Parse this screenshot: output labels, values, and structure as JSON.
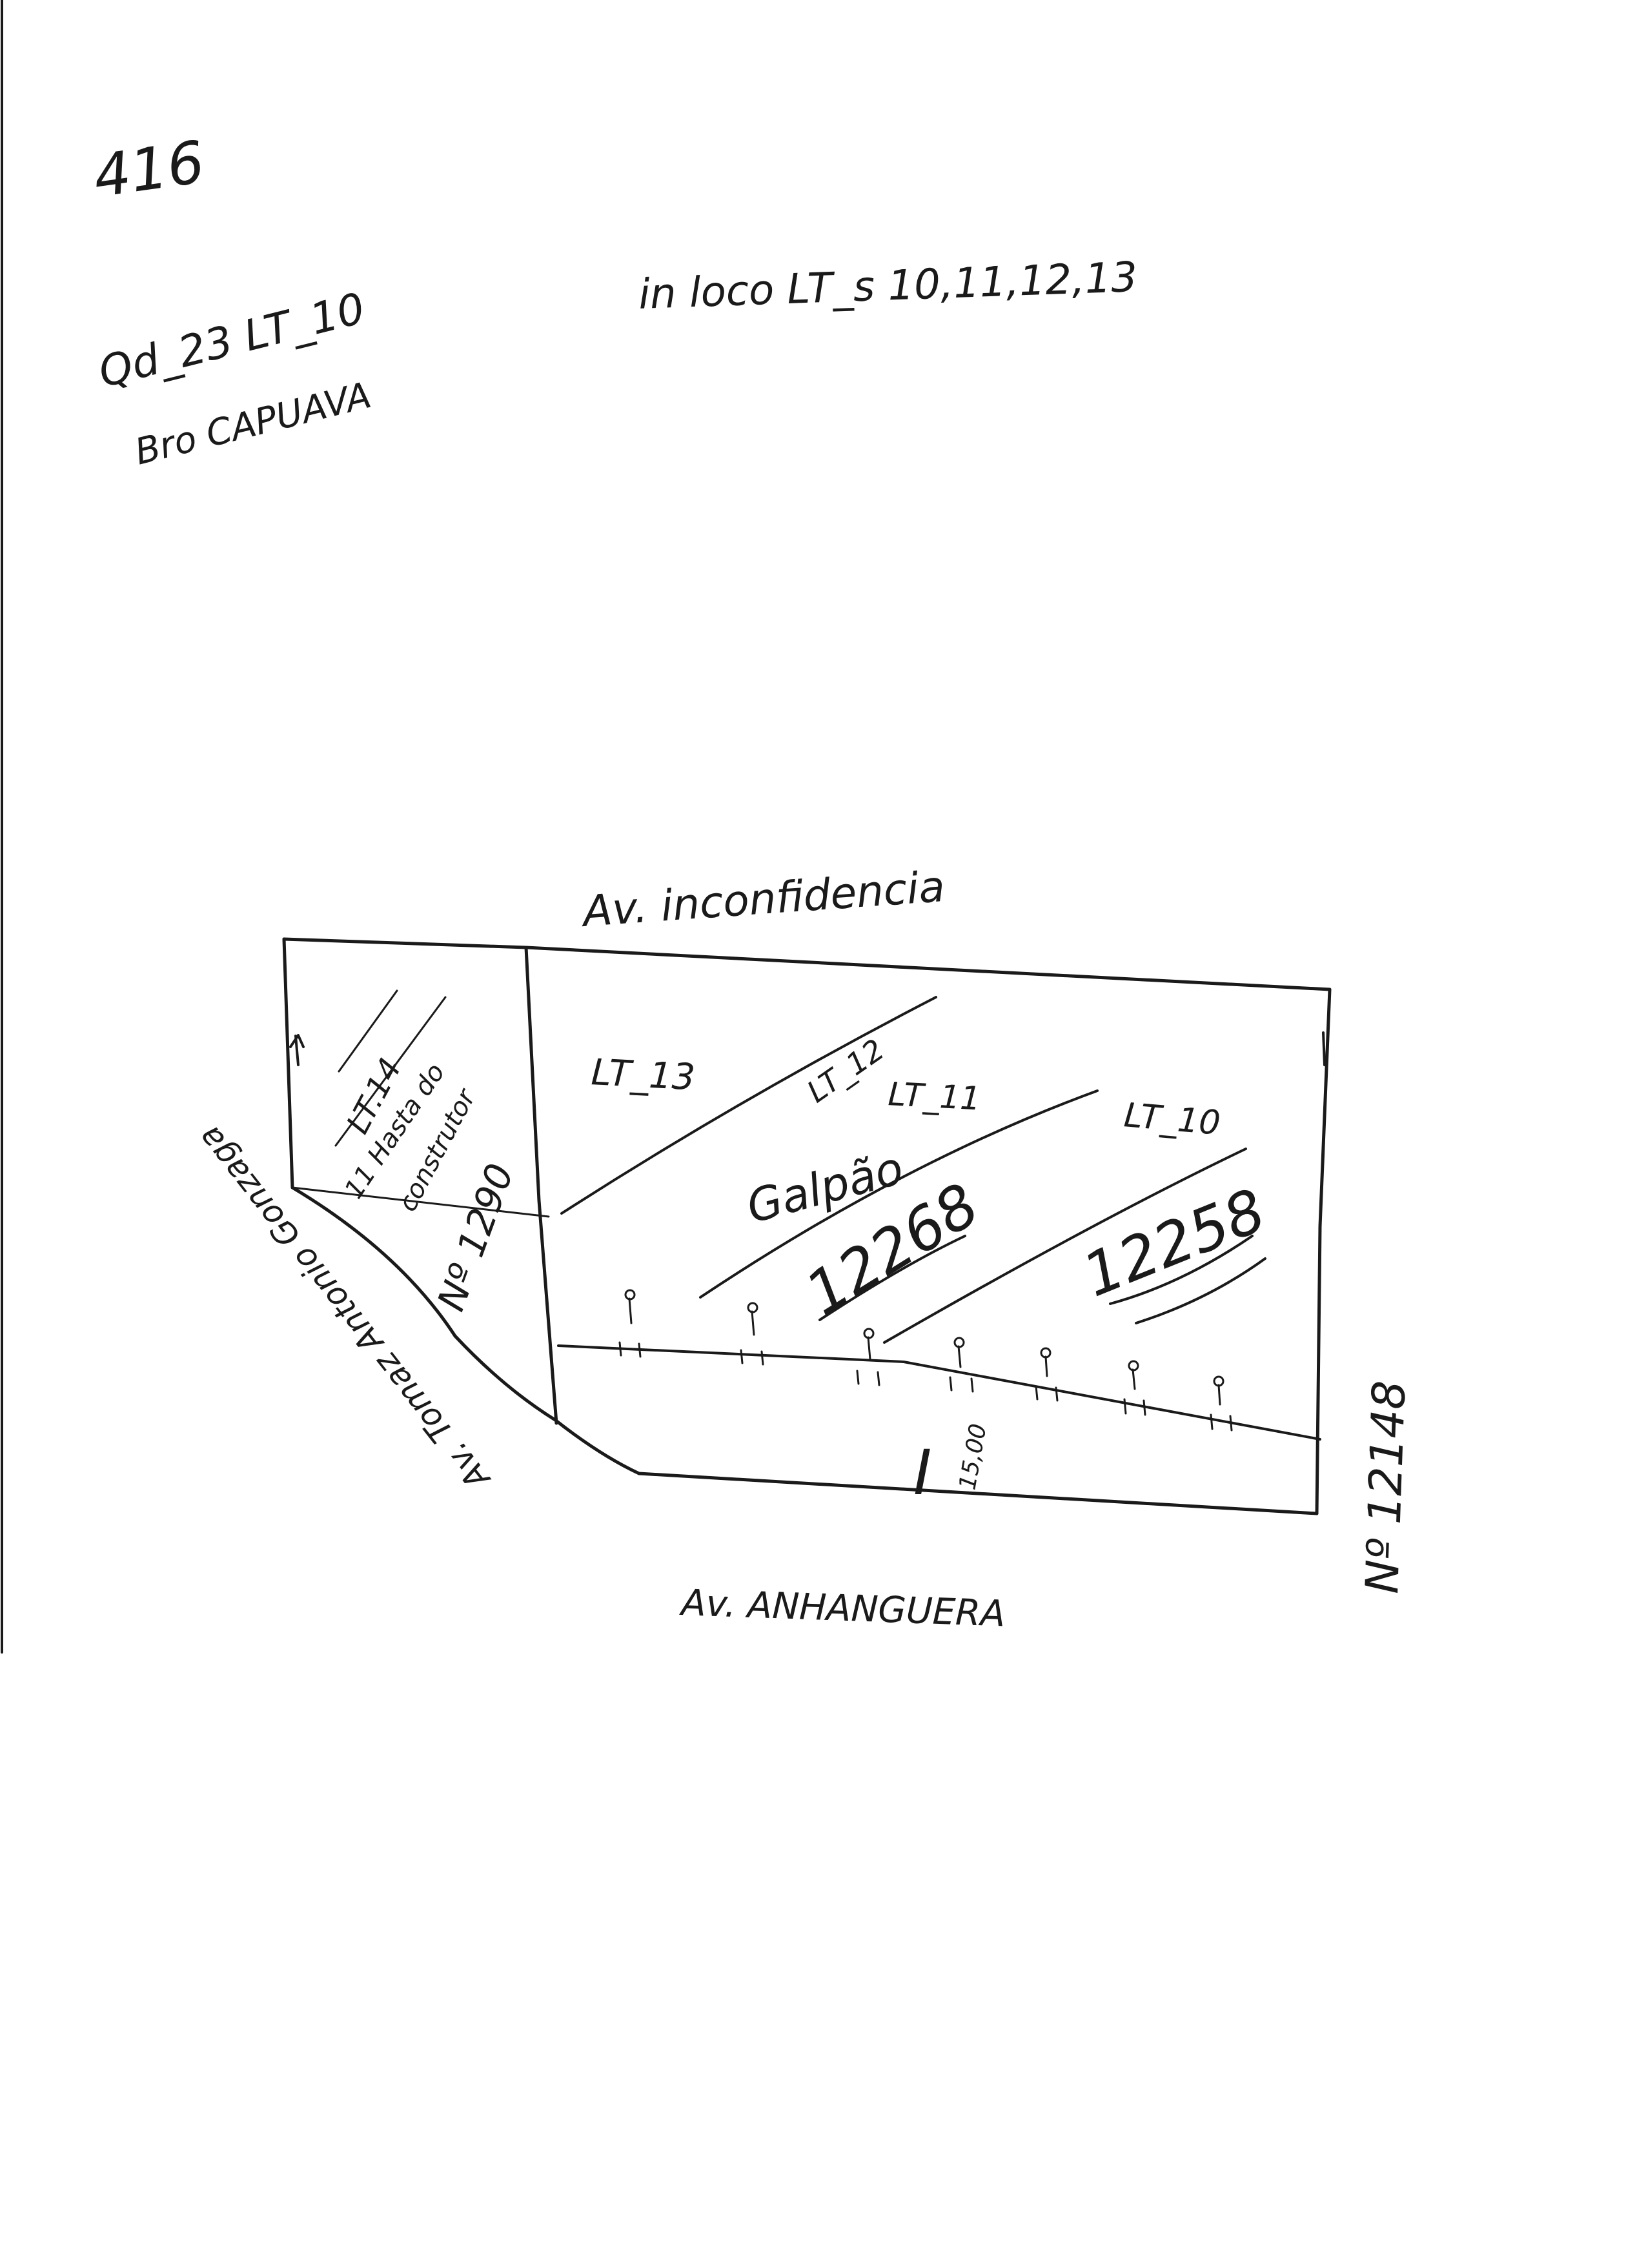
{
  "header": {
    "page_number": "416",
    "quadra_lote": "Qd_23  LT_10",
    "bairro": "Bro CAPUAVA",
    "in_loco": "in loco  LT_s 10,11,12,13"
  },
  "streets": {
    "top": "Av. inconfidencia",
    "left": "Av. Tomaz Antonio Gonzaga",
    "bottom": "Av. ANHANGUERA"
  },
  "lots": {
    "lt14": "LT.14",
    "lt14_note_1": "11 Hasta do",
    "lt14_note_2": "construtor",
    "lt13": "LT_13",
    "lt12": "LT_12",
    "lt11": "LT_11",
    "lt10": "LT_10",
    "galpao": "Galpão"
  },
  "house_numbers": {
    "n1290": "Nº 1290",
    "n12268": "12268",
    "n12258": "12258",
    "n12148": "Nº 12148"
  },
  "frontage": {
    "symbol": "I",
    "width": "15,00"
  },
  "colors": {
    "ink": "#1a1a1a",
    "paper": "#ffffff"
  }
}
